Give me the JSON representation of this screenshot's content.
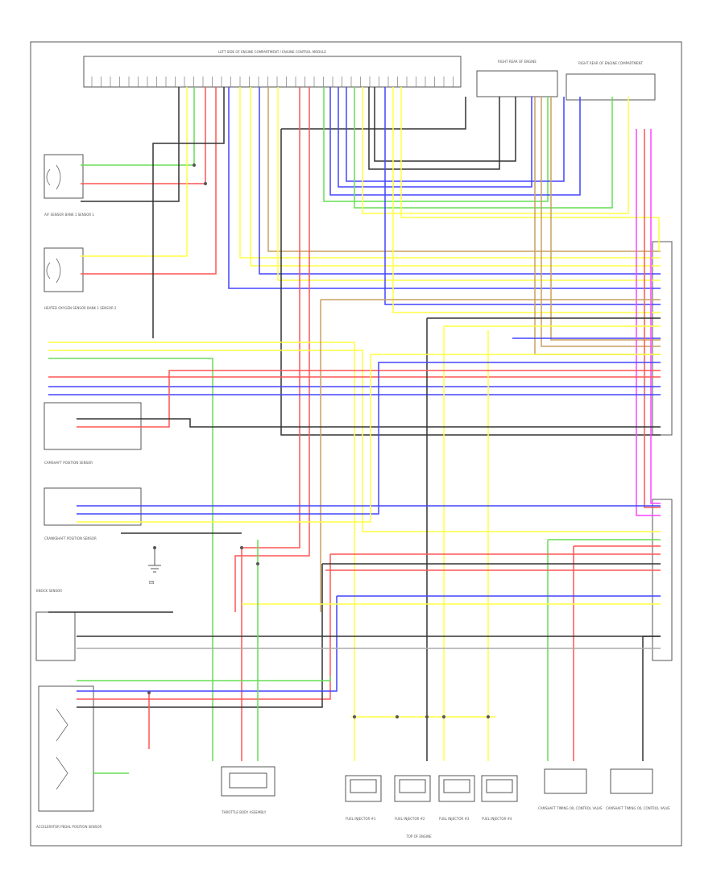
{
  "diagram": {
    "title": "Wiring Diagram",
    "connectors": {
      "top_ecm": "LEFT SIDE OF ENGINE COMPARTMENT / ENGINE CONTROL MODULE",
      "right_top_a": "RIGHT REAR OF ENGINE",
      "right_top_b": "RIGHT REAR OF ENGINE COMPARTMENT"
    },
    "components": [
      {
        "id": "o2s-upstream",
        "label": "A/F SENSOR BANK 1 SENSOR 1"
      },
      {
        "id": "o2s-downstream",
        "label": "HEATED OXYGEN SENSOR BANK 1 SENSOR 2"
      },
      {
        "id": "camshaft",
        "label": "CAMSHAFT POSITION SENSOR"
      },
      {
        "id": "crankshaft",
        "label": "CRANKSHAFT POSITION SENSOR"
      },
      {
        "id": "knock",
        "label": "KNOCK SENSOR"
      },
      {
        "id": "throttle",
        "label": "THROTTLE BODY ASSEMBLY"
      },
      {
        "id": "pedal",
        "label": "ACCELERATOR PEDAL POSITION SENSOR"
      },
      {
        "id": "injector-1",
        "label": "FUEL INJECTOR #1"
      },
      {
        "id": "injector-2",
        "label": "FUEL INJECTOR #2"
      },
      {
        "id": "injector-3",
        "label": "FUEL INJECTOR #3"
      },
      {
        "id": "injector-4",
        "label": "FUEL INJECTOR #4"
      },
      {
        "id": "vvt-intake",
        "label": "CAMSHAFT TIMING OIL CONTROL VALVE"
      },
      {
        "id": "vvt-exhaust",
        "label": "CAMSHAFT TIMING OIL CONTROL VALVE"
      }
    ],
    "bottom_label": "TOP OF ENGINE",
    "ground_label": "EB"
  },
  "colors": {
    "green": "#66dd55",
    "red": "#ff5555",
    "blue": "#4444ff",
    "yellow": "#ffff44",
    "tan": "#c8a060",
    "black": "#333333",
    "pink": "#ff44ff",
    "gray": "#aaaaaa",
    "outline": "#555555"
  }
}
